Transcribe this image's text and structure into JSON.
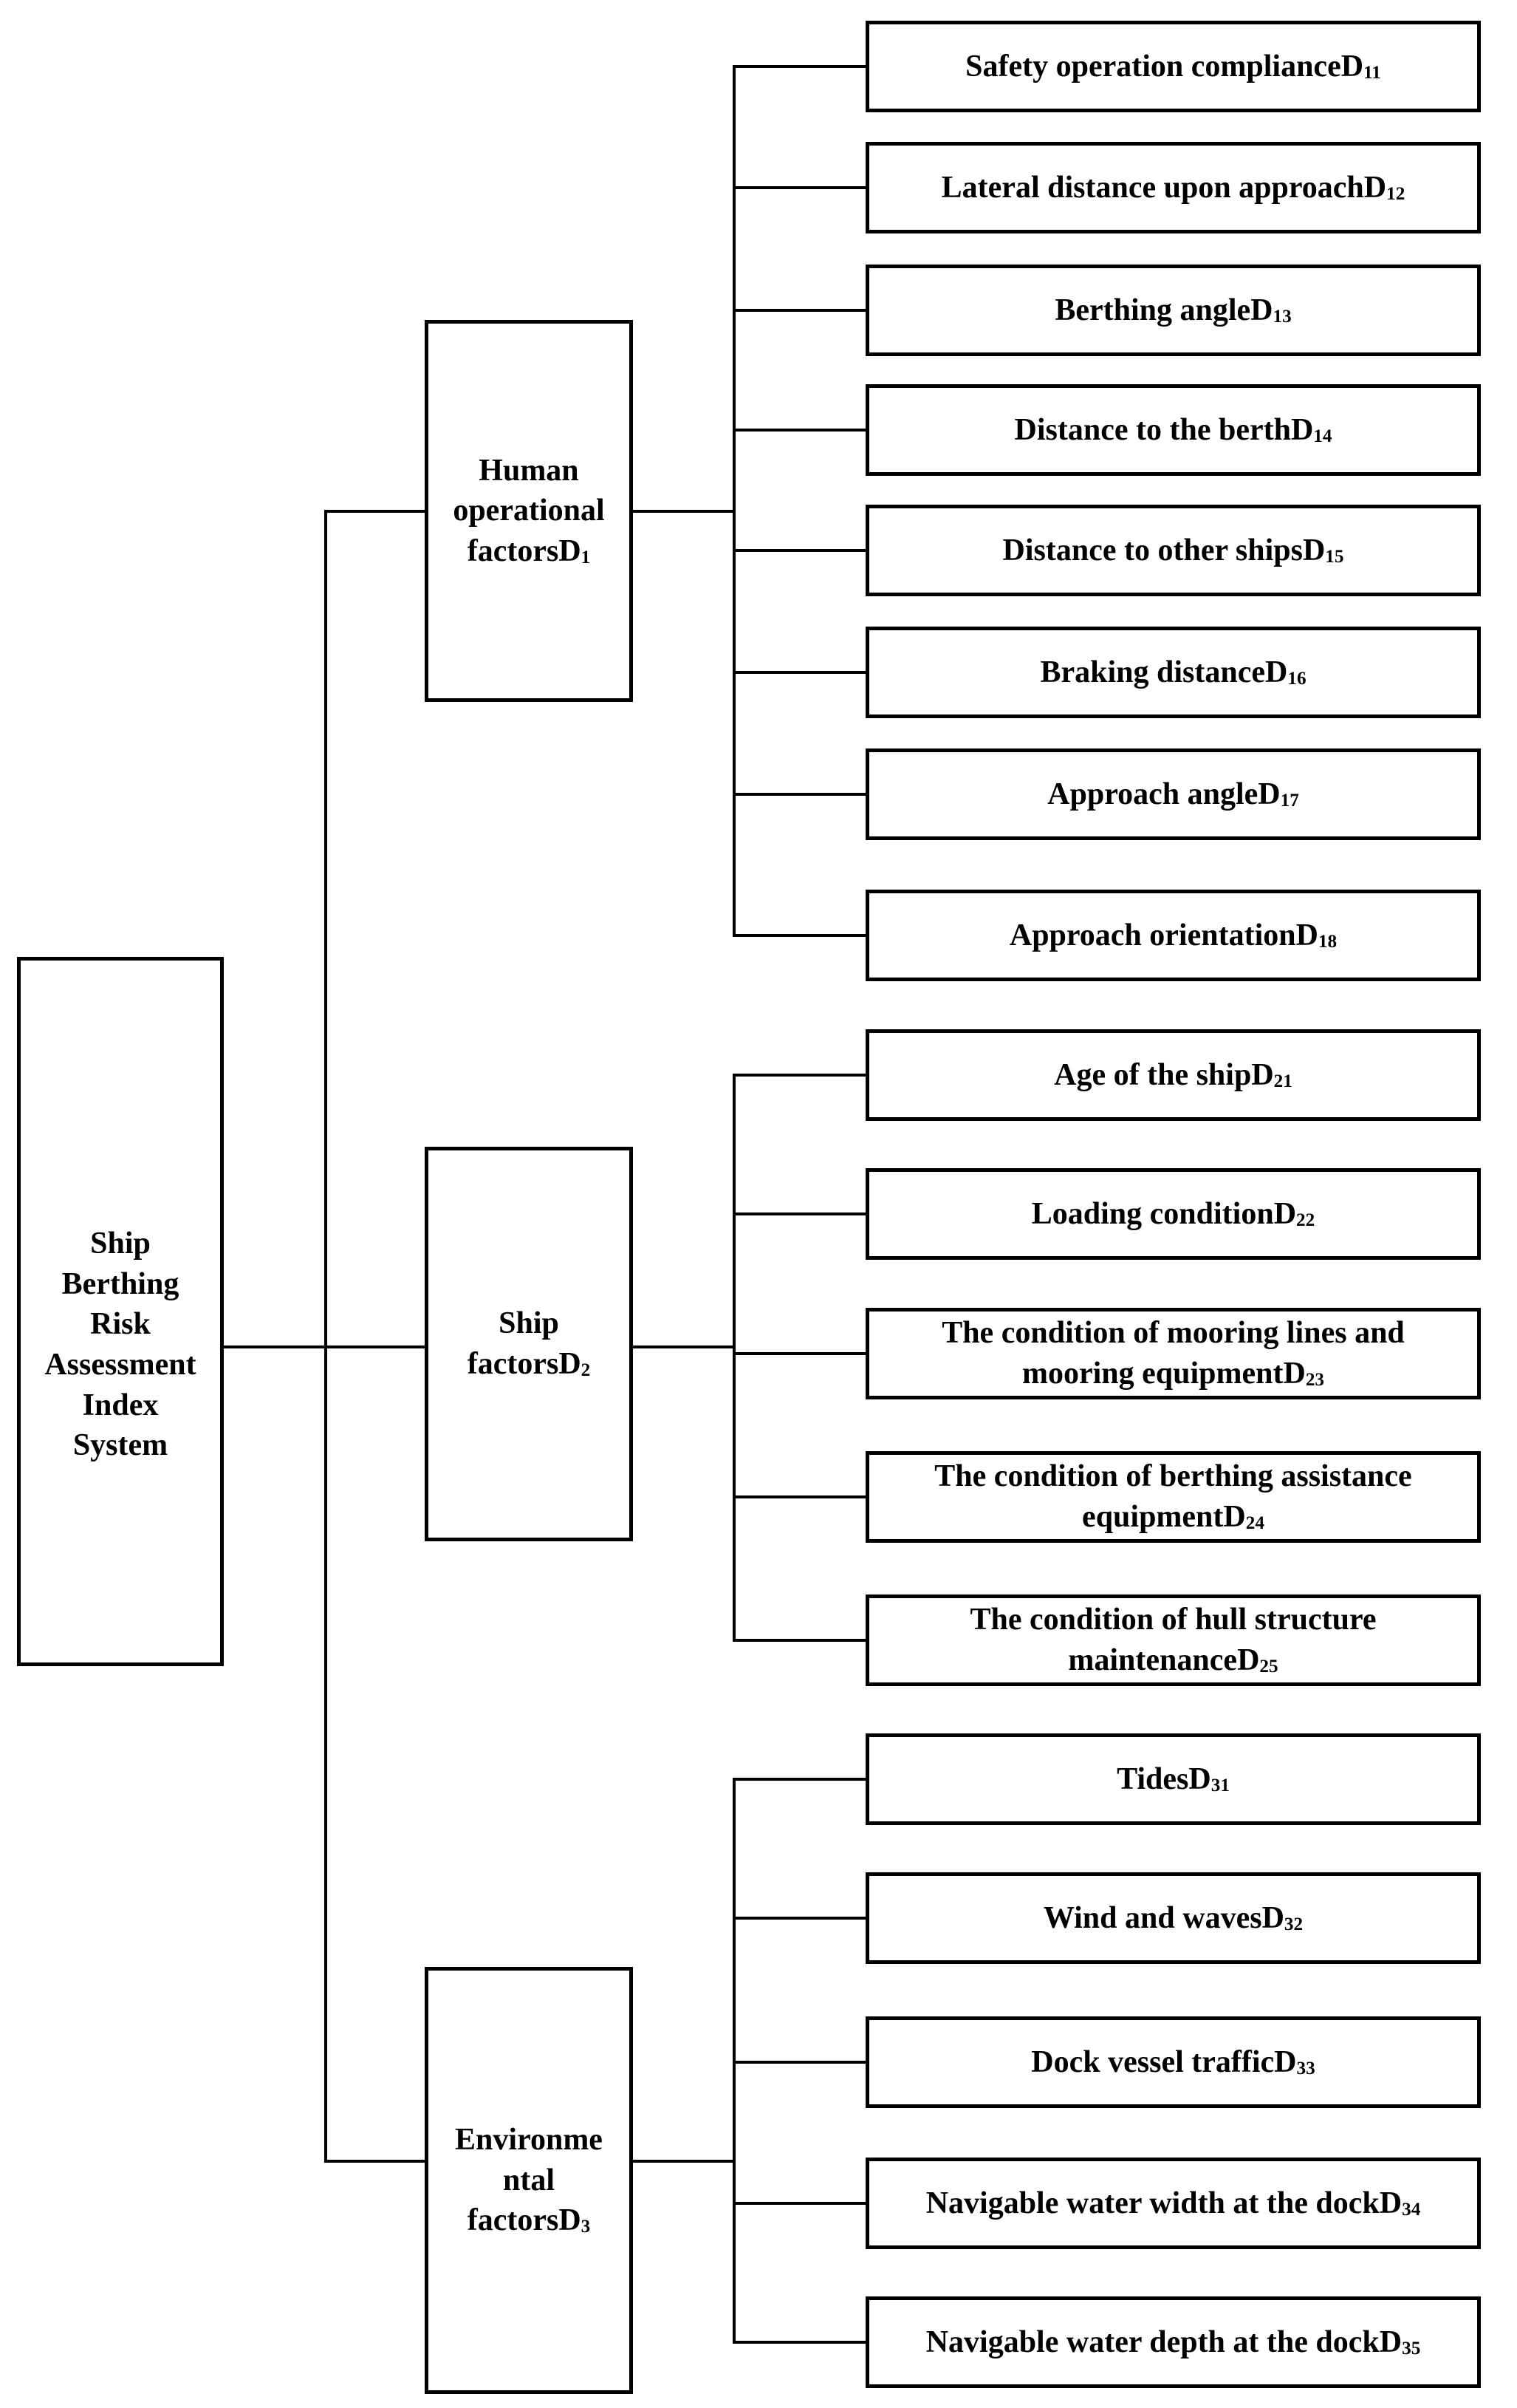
{
  "figure": {
    "title": "Ship Berthing Risk Assessment Index System hierarchy",
    "root": {
      "text": "Ship\nBerthing\nRisk\nAssessment\nIndex\nSystem"
    },
    "categories": [
      {
        "text": "Human\noperational\nfactors",
        "code": "D",
        "sub": "1",
        "children": [
          {
            "text": "Safety operation compliance",
            "code": "D",
            "sub": "11"
          },
          {
            "text": "Lateral distance upon approach",
            "code": "D",
            "sub": "12"
          },
          {
            "text": "Berthing angle",
            "code": "D",
            "sub": "13"
          },
          {
            "text": "Distance to the berth",
            "code": "D",
            "sub": "14"
          },
          {
            "text": "Distance to other ships",
            "code": "D",
            "sub": "15"
          },
          {
            "text": "Braking distance",
            "code": "D",
            "sub": "16"
          },
          {
            "text": "Approach angle",
            "code": "D",
            "sub": "17"
          },
          {
            "text": "Approach orientation",
            "code": "D",
            "sub": "18"
          }
        ]
      },
      {
        "text": "Ship\nfactors",
        "code": "D",
        "sub": "2",
        "children": [
          {
            "text": "Age of the ship",
            "code": "D",
            "sub": "21"
          },
          {
            "text": "Loading condition",
            "code": "D",
            "sub": "22"
          },
          {
            "text": "The condition of mooring lines and mooring equipment",
            "code": "D",
            "sub": "23"
          },
          {
            "text": "The condition of berthing assistance equipment",
            "code": "D",
            "sub": "24"
          },
          {
            "text": "The condition of hull structure maintenance",
            "code": "D",
            "sub": "25"
          }
        ]
      },
      {
        "text": "Environme\nntal\nfactors",
        "code": "D",
        "sub": "3",
        "children": [
          {
            "text": "Tides",
            "code": "D",
            "sub": "31"
          },
          {
            "text": "Wind and waves",
            "code": "D",
            "sub": "32"
          },
          {
            "text": "Dock vessel traffic",
            "code": "D",
            "sub": "33"
          },
          {
            "text": "Navigable water width at the dock",
            "code": "D",
            "sub": "34"
          },
          {
            "text": "Navigable water depth at the dock",
            "code": "D",
            "sub": "35"
          }
        ]
      }
    ]
  }
}
